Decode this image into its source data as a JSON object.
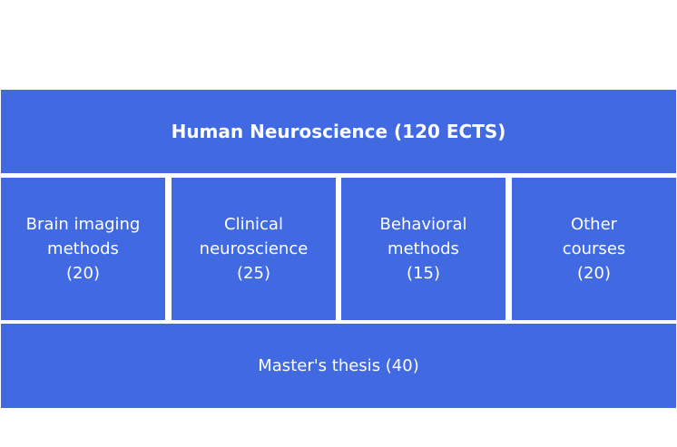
{
  "diagram": {
    "title": "Human Neuroscience (120 ECTS)",
    "modules": [
      {
        "lines": [
          "Brain imaging",
          "methods",
          "(20)"
        ]
      },
      {
        "lines": [
          "Clinical",
          "neuroscience",
          "(25)"
        ]
      },
      {
        "lines": [
          "Behavioral",
          "methods",
          "(15)"
        ]
      },
      {
        "lines": [
          "Other",
          "courses",
          "(20)"
        ]
      }
    ],
    "thesis": "Master's thesis (40)",
    "colors": {
      "block": "#4169e1",
      "text": "#ffffff",
      "background": "#ffffff"
    }
  }
}
